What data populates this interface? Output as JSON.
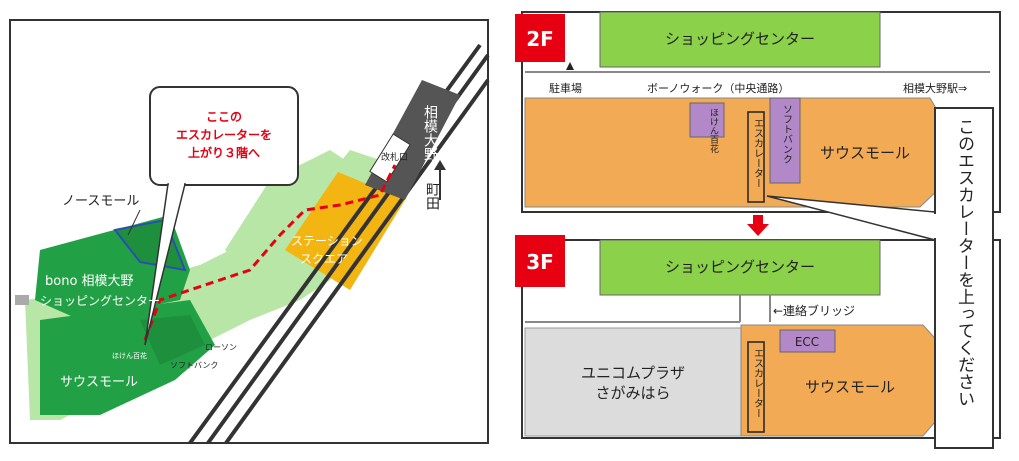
{
  "map": {
    "callout_lines": [
      "ここの",
      "エスカレーターを",
      "上がり３階へ"
    ],
    "north_mall": "ノースモール",
    "bono_line1": "bono 相模大野",
    "bono_line2": "ショッピングセンター",
    "south_mall": "サウスモール",
    "hoken": "ほけん百花",
    "softbank_small": "ソフトバンク",
    "lawson": "ローソン",
    "station_square_1": "ステーション",
    "station_square_2": "スクエア",
    "station_name": "相模大野",
    "ticket_gate": "改札口",
    "machida": "町田"
  },
  "floor2": {
    "badge": "2F",
    "shopping_center": "ショッピングセンター",
    "parking": "駐車場",
    "bono_walk": "ボーノウォーク（中央通路）",
    "to_station": "相模大野駅⇒",
    "hoken": "ほけん百花",
    "escalator": "エスカレーター",
    "softbank": "ソフトバンク",
    "south_mall": "サウスモール"
  },
  "floor3": {
    "badge": "3F",
    "shopping_center": "ショッピングセンター",
    "bridge": "←連絡ブリッジ",
    "ecc": "ECC",
    "unicom_1": "ユニコムプラザ",
    "unicom_2": "さがみはら",
    "escalator": "エスカレーター",
    "south_mall": "サウスモール"
  },
  "instruction": "このエスカレーターを上ってください",
  "colors": {
    "green_dark": "#22a046",
    "green_light": "#b8e6a6",
    "orange": "#f2aa55",
    "yellow": "#f3b512",
    "purple": "#b388c9",
    "red_badge": "#e60012",
    "lime": "#8cd14a",
    "gray": "#dcdcdc",
    "dark_gray": "#555555"
  }
}
